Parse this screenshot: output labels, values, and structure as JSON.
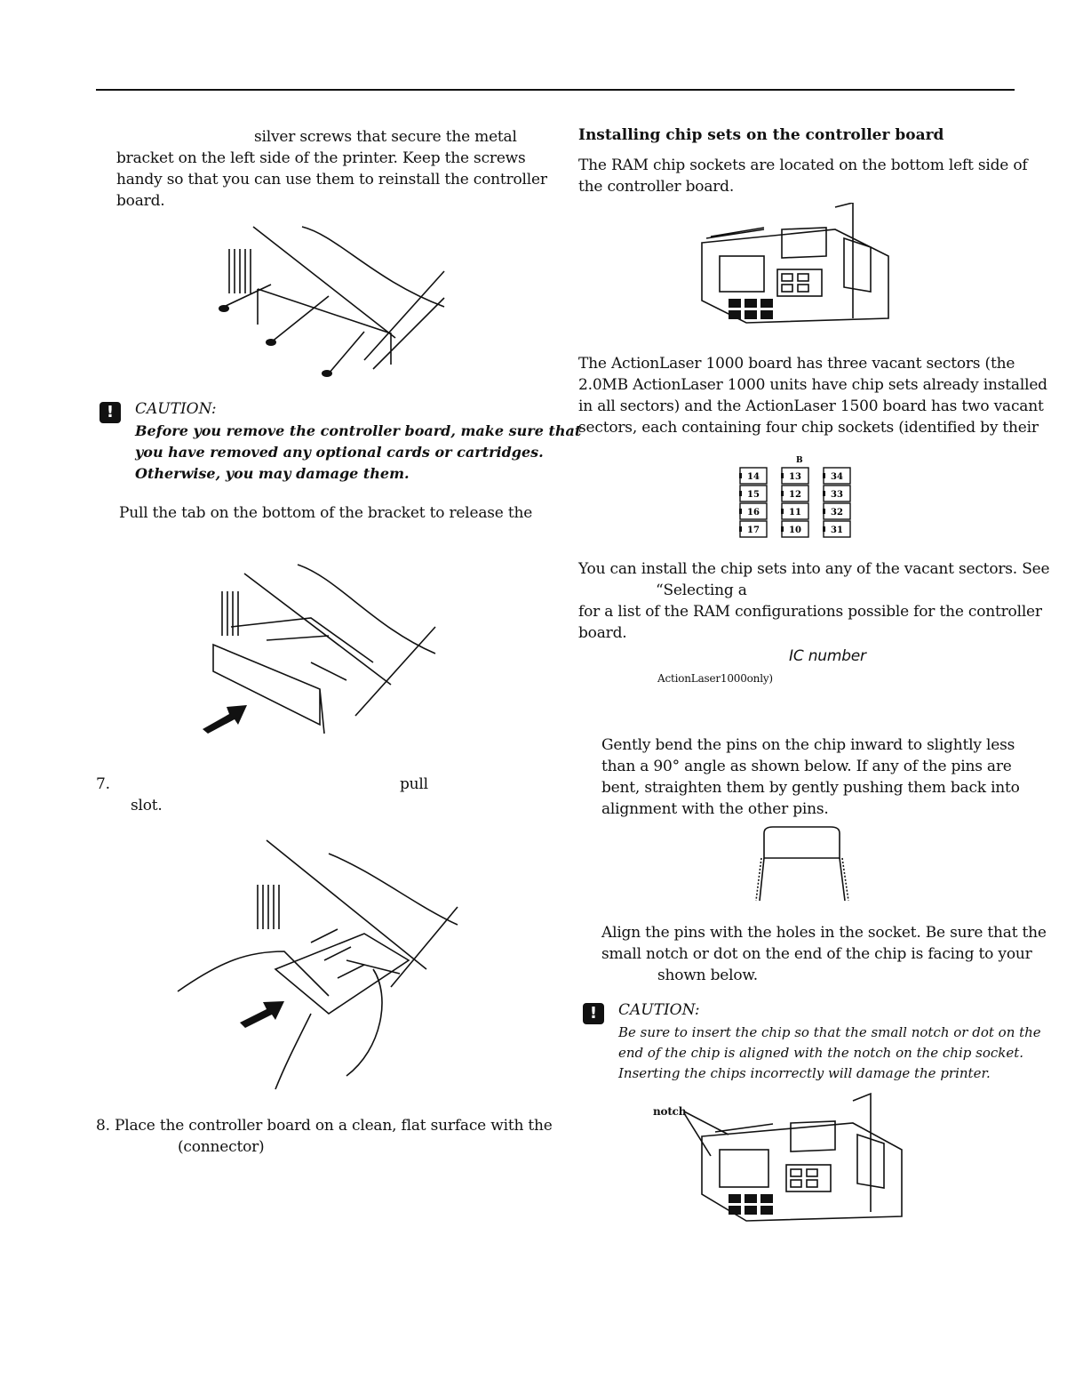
{
  "left": {
    "step6_lines": [
      "silver screws that secure the metal",
      "bracket on the left side of the printer. Keep the screws",
      "handy so that you can use them to reinstall the controller",
      "board."
    ],
    "caution1": {
      "icon": "!",
      "title": "CAUTION:",
      "lines": [
        "Before you remove the controller board, make sure that",
        "you have removed any optional cards or cartridges.",
        "Otherwise, you may damage them."
      ]
    },
    "pull_tab_line": "Pull the tab on the bottom of the bracket to release the",
    "step7": {
      "number": "7.",
      "word_pull": "pull",
      "word_slot": "slot."
    },
    "step8": {
      "line1": "8.  Place the controller board on a clean, flat surface with the",
      "line2": "(connector)"
    }
  },
  "right": {
    "heading": "Installing chip sets on the controller board",
    "intro_lines": [
      "The RAM chip sockets are located on the bottom left side of",
      "the controller board."
    ],
    "sectors_lines": [
      "The ActionLaser 1000 board has three vacant sectors (the",
      "2.0MB ActionLaser 1000 units have chip sets already installed",
      "in all sectors) and the ActionLaser 1500 board has two vacant",
      "sectors, each containing four chip sockets (identified by their"
    ],
    "socket_diagram": {
      "top_label": "B",
      "columns": [
        [
          "14",
          "15",
          "16",
          "17"
        ],
        [
          "13",
          "12",
          "11",
          "10"
        ],
        [
          "34",
          "33",
          "32",
          "31"
        ]
      ]
    },
    "install_lines": {
      "line1": "You can install the chip sets into any of the vacant sectors. See",
      "line2": "“Selecting a",
      "line3": "for a list of the RAM configurations possible for the controller",
      "line4": "board."
    },
    "ic_number": "IC number",
    "al1000_only": "ActionLaser1000only)",
    "bend_lines": [
      "Gently bend the pins on the chip inward to slightly less",
      "than a 90° angle as shown below. If any of the pins are",
      "bent, straighten them by gently pushing them back into",
      "alignment with the other pins."
    ],
    "align_lines": [
      "Align the pins with the holes in the socket. Be sure that the",
      "small notch or dot on the end of the chip is facing to your",
      "shown below."
    ],
    "caution2": {
      "icon": "!",
      "title": "CAUTION:",
      "lines": [
        "Be sure to insert the chip so that the small notch or dot on the",
        "end of the chip is aligned with the notch on the chip socket.",
        "Inserting the chips incorrectly will damage the printer."
      ]
    },
    "notch_label": "notch"
  }
}
